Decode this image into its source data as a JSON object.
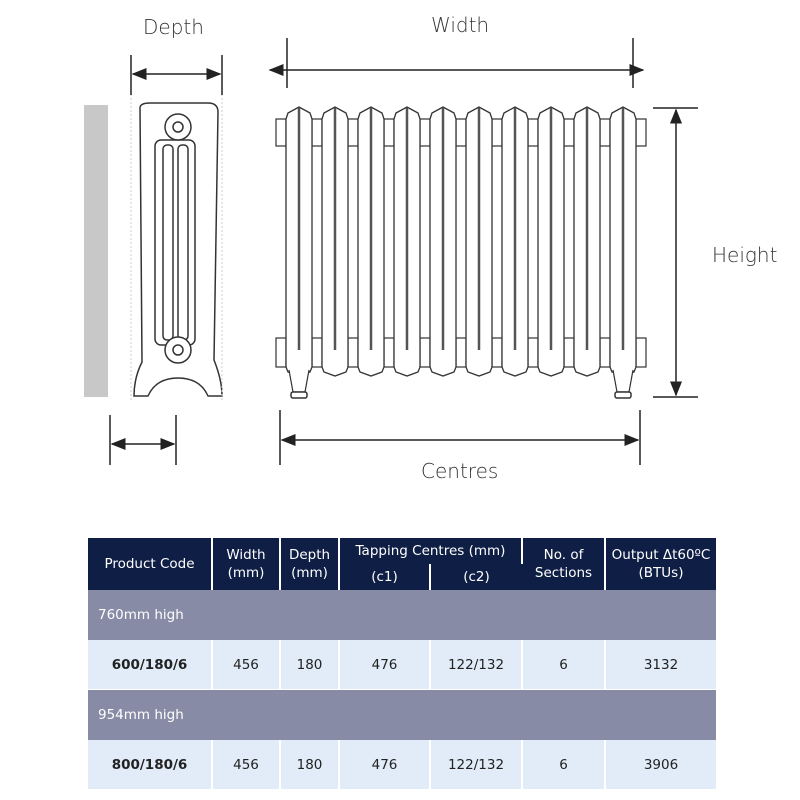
{
  "diagram": {
    "labels": {
      "depth": "Depth",
      "width": "Width",
      "height": "Height",
      "centres": "Centres"
    },
    "sections_drawn": 10
  },
  "table": {
    "headers": {
      "product_code": "Product Code",
      "width": "Width (mm)",
      "depth": "Depth (mm)",
      "tapping": "Tapping Centres (mm)",
      "c1": "(c1)",
      "c2": "(c2)",
      "sections": "No. of Sections",
      "output": "Output Δt60ºC (BTUs)"
    },
    "groups": [
      {
        "label": "760mm high",
        "row": {
          "code": "600/180/6",
          "width": "456",
          "depth": "180",
          "c1": "476",
          "c2": "122/132",
          "sections": "6",
          "output": "3132"
        }
      },
      {
        "label": "954mm high",
        "row": {
          "code": "800/180/6",
          "width": "456",
          "depth": "180",
          "c1": "476",
          "c2": "122/132",
          "sections": "6",
          "output": "3906"
        }
      }
    ]
  },
  "colors": {
    "header_bg": "#0f1e45",
    "group_bg": "#878ba5",
    "row_bg": "#e1ecf8"
  }
}
